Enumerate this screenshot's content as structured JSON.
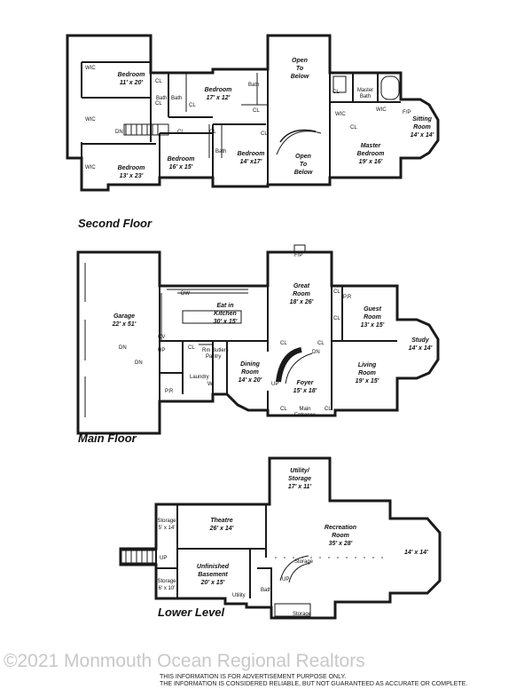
{
  "floors": {
    "second": {
      "title": "Second Floor",
      "rooms": [
        {
          "name": "Bedroom",
          "dims": "11' x 20'"
        },
        {
          "name": "Bedroom",
          "dims": "17' x 12'"
        },
        {
          "name": "Open",
          "line2": "To",
          "line3": "Below"
        },
        {
          "name": "Bedroom",
          "dims": "16' x 15'"
        },
        {
          "name": "Bedroom",
          "dims": "14' x17'"
        },
        {
          "name": "Open",
          "line2": "To",
          "line3": "Below"
        },
        {
          "name": "Master",
          "line2": "Bedroom",
          "dims": "19' x 16'"
        },
        {
          "name": "Sitting",
          "line2": "Room",
          "dims": "14' x 14'"
        },
        {
          "name": "Bedroom",
          "dims": "13' x 23'"
        },
        {
          "name": "Master",
          "line2": "Bath"
        }
      ],
      "labels": [
        "WIC",
        "WIC",
        "WIC",
        "CL",
        "CL",
        "Bath",
        "CL",
        "Bath",
        "CL",
        "Bath",
        "CL",
        "CL",
        "Bath",
        "CL",
        "DN",
        "WIC",
        "WIC",
        "F/P",
        "CL",
        "CL"
      ]
    },
    "main": {
      "title": "Main Floor",
      "rooms": [
        {
          "name": "Garage",
          "dims": "22' x 51'"
        },
        {
          "name": "Eat in",
          "line2": "Kitchen",
          "dims": "30' x 15'"
        },
        {
          "name": "Great",
          "line2": "Room",
          "dims": "18' x 26'"
        },
        {
          "name": "Guest",
          "line2": "Room",
          "dims": "13' x 15'"
        },
        {
          "name": "Study",
          "dims": "14' x 14'"
        },
        {
          "name": "Dining",
          "line2": "Room",
          "dims": "14' x 20'"
        },
        {
          "name": "Foyer",
          "dims": "15' x 18'"
        },
        {
          "name": "Living",
          "line2": "Room",
          "dims": "19' x 15'"
        }
      ],
      "labels": [
        "DW",
        "F/P",
        "CL",
        "CL",
        "P.R",
        "DN",
        "DN",
        "UP",
        "CV",
        "CL",
        "Rm Butlers",
        "Pantry",
        "Laundry",
        "W",
        "P.R",
        "CL",
        "CL",
        "UP",
        "DN",
        "CL",
        "CL",
        "Main",
        "Entrance"
      ]
    },
    "lower": {
      "title": "Lower Level",
      "rooms": [
        {
          "name": "Utility/",
          "line2": "Storage",
          "dims": "17' x 11'"
        },
        {
          "name": "Theatre",
          "dims": "26' x 14'"
        },
        {
          "name": "Recreation",
          "line2": "Room",
          "dims": "35' x 28'"
        },
        {
          "name": "Unfinished",
          "line2": "Basement",
          "dims": "20' x 15'"
        },
        {
          "name": "Storage",
          "dims": "5' x 14'"
        },
        {
          "name": "Storage",
          "dims": "6' x 10'"
        }
      ],
      "labels": [
        "14' x 14'",
        "UP",
        "UP",
        "Storage",
        "Bath",
        "Utility",
        "Storage"
      ]
    }
  },
  "footer": {
    "watermark": "©2021 Monmouth Ocean Regional Realtors",
    "disclaimer_1": "THIS INFORMATION IS FOR ADVERTISEMENT PURPOSE ONLY.",
    "disclaimer_2": "THE INFORMATION IS CONSIDERED RELIABLE, BUT NOT GUARANTEED AS ACCURATE OR COMPLETE."
  },
  "colors": {
    "wall": "#1a1a1a",
    "line": "#555555",
    "watermark": "#c8c8c8"
  }
}
